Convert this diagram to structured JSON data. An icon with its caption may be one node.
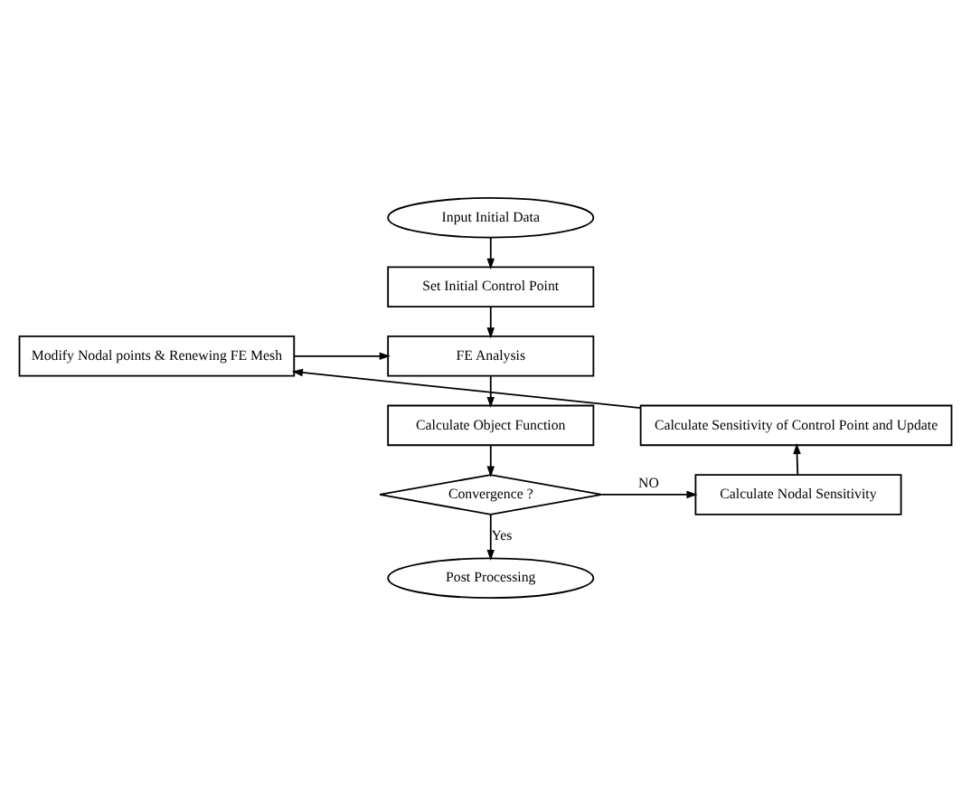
{
  "diagram": {
    "nodes": [
      {
        "text": [
          "Input Initial Data"
        ]
      },
      {
        "text": [
          "Set Initial Control Point"
        ]
      },
      {
        "text": [
          "FE Analysis"
        ]
      },
      {
        "text": [
          "Calculate Object Function"
        ]
      },
      {
        "text": [
          "Convergence ?"
        ]
      },
      {
        "text": [
          "Post Processing"
        ]
      },
      {
        "text": [
          "Calculate Nodal Sensitivity"
        ]
      },
      {
        "text": [
          "Calculate Sensitivity of Control Point and Update"
        ]
      },
      {
        "text": [
          "Modify Nodal points & Renewing FE Mesh"
        ]
      }
    ],
    "edges": [
      {
        "from": 0,
        "to": 1,
        "arrow": "to"
      },
      {
        "from": 1,
        "to": 2,
        "arrow": "to"
      },
      {
        "from": 2,
        "to": 3,
        "arrow": "to"
      },
      {
        "from": 3,
        "to": 4,
        "arrow": "to"
      },
      {
        "from": 4,
        "to": 5,
        "label": "Yes",
        "arrow": "to"
      },
      {
        "from": 4,
        "to": 6,
        "label": "NO",
        "arrow": "to"
      },
      {
        "from": 6,
        "to": 7,
        "arrow": "to"
      },
      {
        "from": 7,
        "to": 8,
        "arrow": "to"
      },
      {
        "from": 8,
        "to": 2,
        "arrow": "to"
      }
    ]
  }
}
